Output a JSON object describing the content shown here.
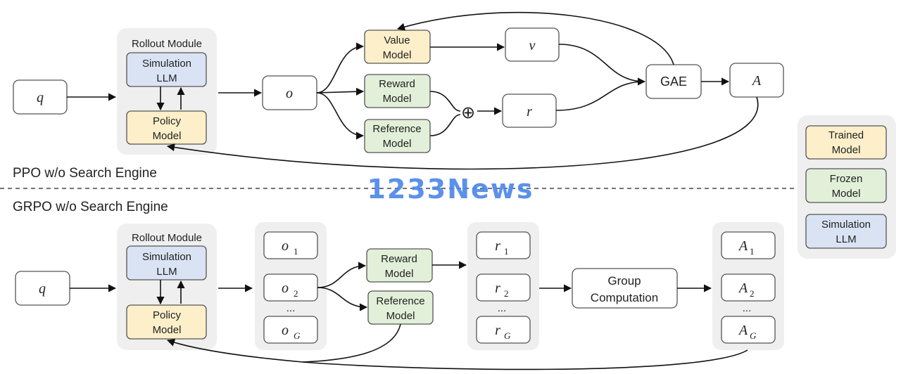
{
  "colors": {
    "trained": "#fcefc9",
    "frozen": "#e2efd9",
    "simulation": "#dae3f3",
    "module_bg": "#efefef",
    "stroke": "#555555",
    "watermark": "#4a86e8"
  },
  "ppo": {
    "section_label": "PPO w/o Search Engine",
    "query": "q",
    "rollout_title": "Rollout Module",
    "simulation_llm": [
      "Simulation",
      "LLM"
    ],
    "policy_model": [
      "Policy",
      "Model"
    ],
    "output": "o",
    "value_model": [
      "Value",
      "Model"
    ],
    "reward_model": [
      "Reward",
      "Model"
    ],
    "reference_model": [
      "Reference",
      "Model"
    ],
    "oplus": "⊕",
    "value": "v",
    "reward": "r",
    "gae": "GAE",
    "advantage": "A"
  },
  "grpo": {
    "section_label": "GRPO w/o Search Engine",
    "query": "q",
    "rollout_title": "Rollout Module",
    "simulation_llm": [
      "Simulation",
      "LLM"
    ],
    "policy_model": [
      "Policy",
      "Model"
    ],
    "outputs": [
      {
        "base": "o",
        "sub": "1"
      },
      {
        "base": "o",
        "sub": "2"
      },
      {
        "base": "o",
        "sub": "G"
      }
    ],
    "reward_model": [
      "Reward",
      "Model"
    ],
    "reference_model": [
      "Reference",
      "Model"
    ],
    "rewards": [
      {
        "base": "r",
        "sub": "1"
      },
      {
        "base": "r",
        "sub": "2"
      },
      {
        "base": "r",
        "sub": "G"
      }
    ],
    "group_computation": [
      "Group",
      "Computation"
    ],
    "advantages": [
      {
        "base": "A",
        "sub": "1"
      },
      {
        "base": "A",
        "sub": "2"
      },
      {
        "base": "A",
        "sub": "G"
      }
    ],
    "ellipsis": "..."
  },
  "legend": {
    "trained": [
      "Trained",
      "Model"
    ],
    "frozen": [
      "Frozen",
      "Model"
    ],
    "simulation": [
      "Simulation",
      "LLM"
    ]
  },
  "watermark": "1233News"
}
